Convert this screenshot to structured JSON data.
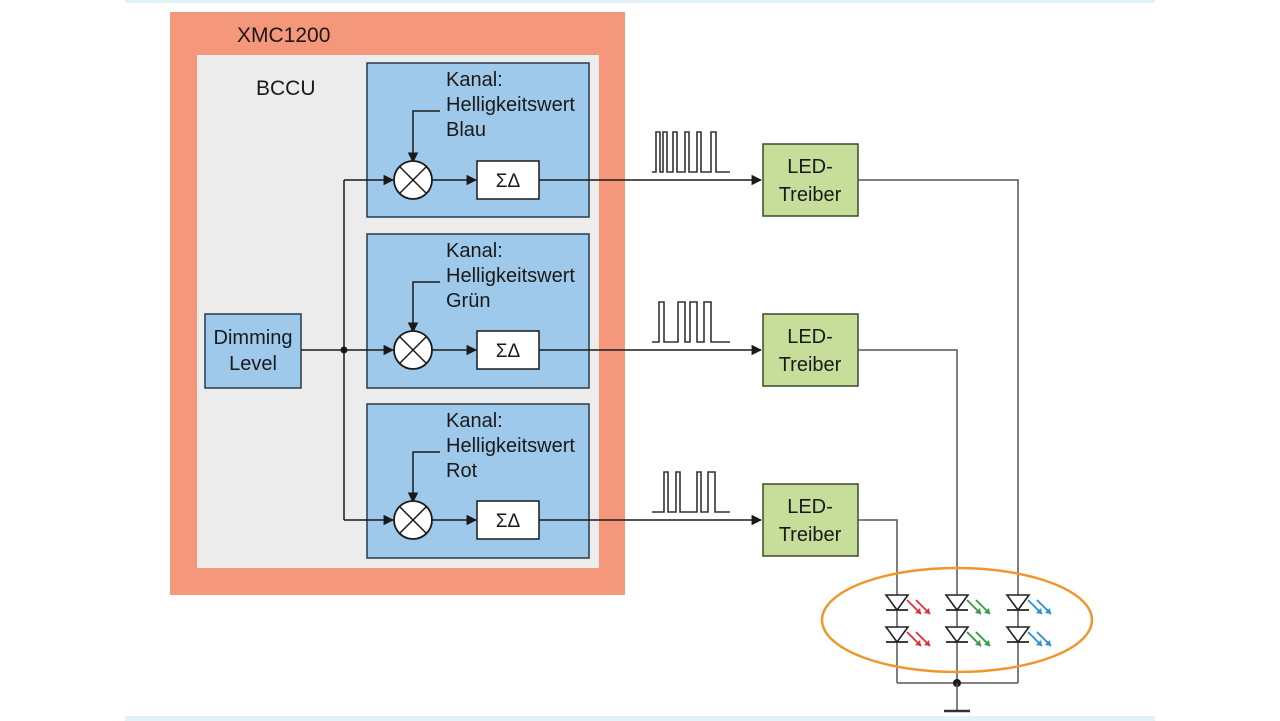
{
  "chip": {
    "title": "XMC1200",
    "color": "#f4977a"
  },
  "bccu": {
    "title": "BCCU",
    "color": "#ececec"
  },
  "dimming": {
    "line1": "Dimming",
    "line2": "Level",
    "color": "#9ec9ea"
  },
  "channels": [
    {
      "line1": "Kanal:",
      "line2": "Helligkeitswert",
      "line3": "Blau",
      "sd_label": "ΣΔ",
      "led_color": "#2a8fd4"
    },
    {
      "line1": "Kanal:",
      "line2": "Helligkeitswert",
      "line3": "Grün",
      "sd_label": "ΣΔ",
      "led_color": "#2e9e3e"
    },
    {
      "line1": "Kanal:",
      "line2": "Helligkeitswert",
      "line3": "Rot",
      "sd_label": "ΣΔ",
      "led_color": "#e0303a"
    }
  ],
  "drivers": [
    {
      "line1": "LED-",
      "line2": "Treiber"
    },
    {
      "line1": "LED-",
      "line2": "Treiber"
    },
    {
      "line1": "LED-",
      "line2": "Treiber"
    }
  ],
  "colors": {
    "channel_bg": "#9ec9ea",
    "driver_bg": "#c6de9a",
    "ellipse": "#f0962e",
    "wire": "#3a3a3a"
  }
}
